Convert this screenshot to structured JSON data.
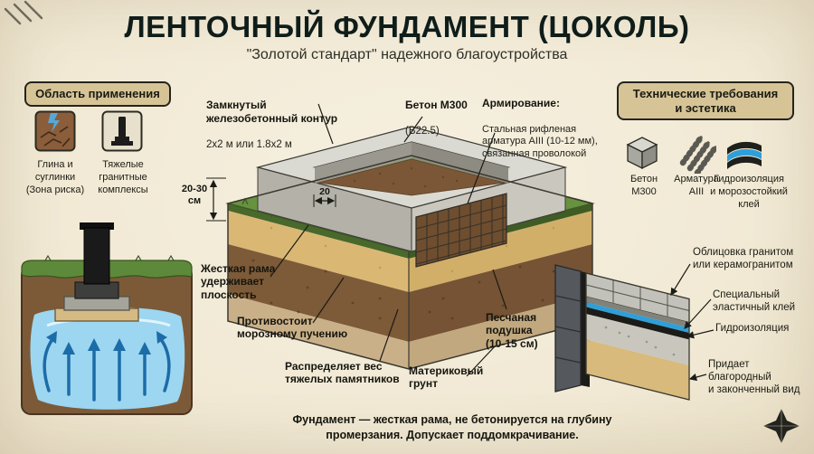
{
  "header": {
    "title": "ЛЕНТОЧНЫЙ ФУНДАМЕНТ (ЦОКОЛЬ)",
    "subtitle": "\"Золотой стандарт\" надежного благоустройства"
  },
  "colors": {
    "background": "#f2ecd8",
    "panel_tan": "#d6c497",
    "grass": "#67923f",
    "water": "#9cd6f0",
    "sand": "#d7ba7c",
    "concrete": "#dbdad2",
    "ink": "#15150f"
  },
  "left_panel": {
    "title": "Область применения",
    "items": [
      {
        "icon": "clay-soil-icon",
        "label": "Глина и\nсуглинки\n(Зона риска)"
      },
      {
        "icon": "granite-monument-icon",
        "label": "Тяжелые\nгранитные\nкомплексы"
      }
    ]
  },
  "right_panel": {
    "title": "Технические требования\nи эстетика",
    "items": [
      {
        "icon": "concrete-block-icon",
        "label": "Бетон\nМ300"
      },
      {
        "icon": "rebar-icon",
        "label": "Арматура\nAIII"
      },
      {
        "icon": "waterproofing-icon",
        "label": "Гидроизоляция\nи морозостойкий\nклей"
      }
    ]
  },
  "diagram": {
    "contour": {
      "title": "Замкнутый\nжелезобетонный контур",
      "sub": "2х2 м или 1.8х2 м"
    },
    "concrete": {
      "title": "Бетон М300",
      "sub": "(В22.5)"
    },
    "reinforcement": {
      "title": "Армирование:",
      "sub": "Стальная рифленая\nарматура AIII (10-12 мм),\nсвязанная проволокой"
    },
    "height_measure": "20-30\nсм",
    "width_measure": "20",
    "rigid_frame": "Жесткая рама\nудерживает\nплоскость",
    "frost_resist": "Противостоит\nморозному пучению",
    "weight": "Распределяет вес\nтяжелых памятников",
    "sand_cushion": "Песчаная\nподушка\n(10-15 см)",
    "bedrock": "Материковый\nгрунт"
  },
  "detail": {
    "cladding": "Облицовка гранитом\nили керамогранитом",
    "glue": "Специальный\nэластичный клей",
    "waterproofing": "Гидроизоляция",
    "appearance": "Придает\nблагородный\nи законченный вид"
  },
  "footer": {
    "note": "Фундамент — жесткая рама, не бетонируется на глубину\nпромерзания. Допускает поддомкрачивание."
  }
}
